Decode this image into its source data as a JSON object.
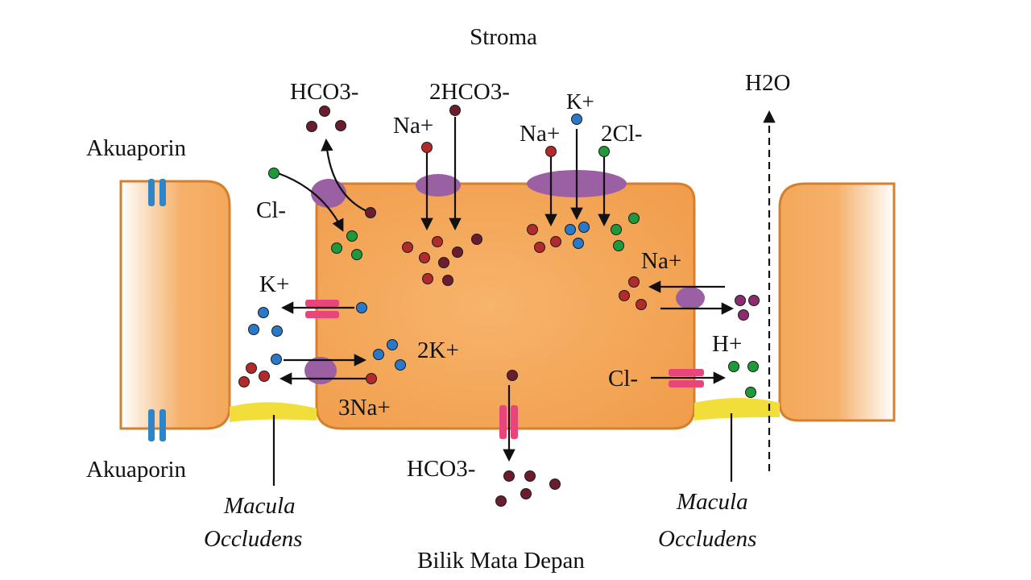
{
  "regions": {
    "top": "Stroma",
    "bottom": "Bilik Mata Depan"
  },
  "labels": {
    "akuaporin_top": "Akuaporin",
    "akuaporin_bottom": "Akuaporin",
    "hco3_top": "HCO3-",
    "hco3_2": "2HCO3-",
    "na_top1": "Na+",
    "k_top": "K+",
    "na_top2": "Na+",
    "cl2": "2Cl-",
    "h2o": "H2O",
    "cl_left": "Cl-",
    "k_left": "K+",
    "k2": "2K+",
    "na3": "3Na+",
    "na_right": "Na+",
    "h_right": "H+",
    "cl_right": "Cl-",
    "hco3_bottom": "HCO3-",
    "macula_left_1": "Macula",
    "macula_left_2": "Occludens",
    "macula_right_1": "Macula",
    "macula_right_2": "Occludens"
  },
  "colors": {
    "cell_fill": "#f4a85a",
    "cell_stroke": "#d5802e",
    "transporter": "#9b5fa3",
    "channel": "#e8457a",
    "aquaporin": "#2e86c8",
    "junction": "#f2de3a",
    "na_ion": "#b22a2a",
    "k_ion": "#2a78c8",
    "cl_ion": "#1f9a3a",
    "hco3_ion": "#6b1d2e",
    "h_ion": "#8a2c6e"
  }
}
